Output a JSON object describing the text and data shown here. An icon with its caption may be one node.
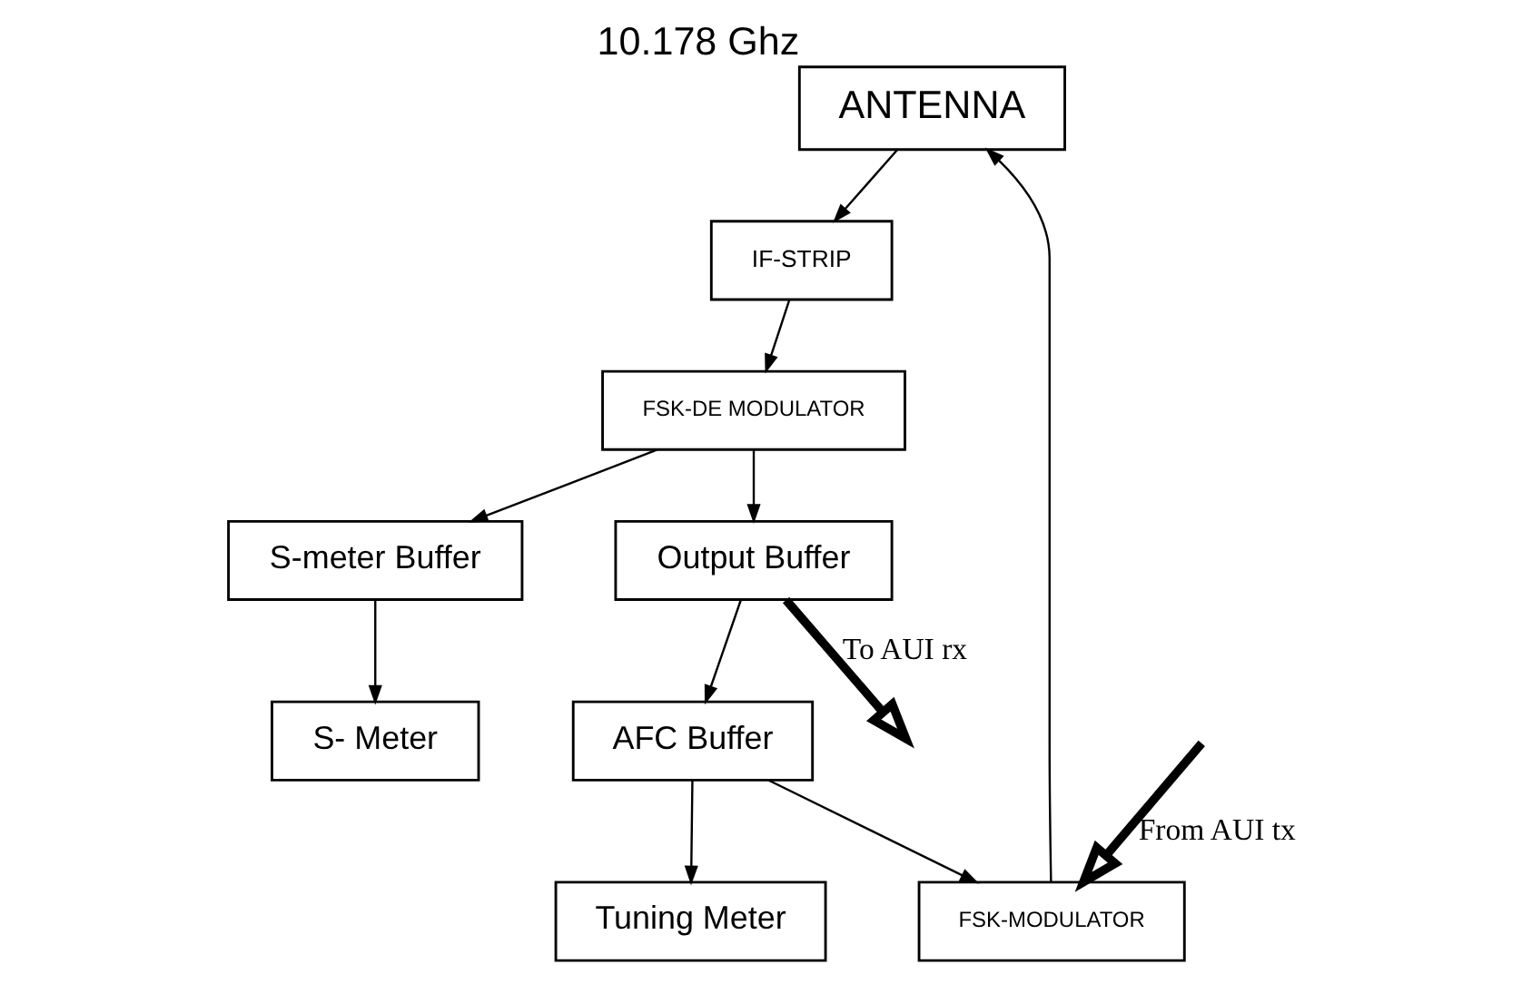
{
  "diagram": {
    "nodes": [
      {
        "text": [
          "ANTENNA"
        ],
        "beside": [
          "10.178 Ghz"
        ]
      },
      {
        "text": [
          "IF-STRIP"
        ]
      },
      {
        "text": [
          "FSK-DE MODULATOR"
        ]
      },
      {
        "text": [
          "S-meter Buffer"
        ]
      },
      {
        "text": [
          "S- Meter"
        ]
      },
      {
        "text": [
          "FSK-MODULATOR"
        ]
      },
      {
        "text": [
          "AFC Buffer"
        ]
      },
      {
        "text": [
          "Tuning Meter"
        ]
      },
      {
        "text": [
          "Output Buffer"
        ]
      }
    ],
    "edges": [
      {
        "from": 0,
        "to": 1,
        "arrow": "to"
      },
      {
        "from": 5,
        "to": 0,
        "arrow": "to"
      },
      {
        "from": 1,
        "to": 2,
        "arrow": "to"
      },
      {
        "from": null,
        "to": 5,
        "arrow": "to",
        "label": "From AUI tx",
        "style": "thick"
      },
      {
        "from": 2,
        "to": 3,
        "arrow": "to"
      },
      {
        "from": 2,
        "to": 8,
        "arrow": "to"
      },
      {
        "from": 6,
        "to": 5,
        "arrow": "to"
      },
      {
        "from": 6,
        "to": 7,
        "arrow": "to"
      },
      {
        "from": 8,
        "to": 6,
        "arrow": "to"
      },
      {
        "from": 3,
        "to": 4,
        "arrow": "to"
      },
      {
        "from": 8,
        "to": null,
        "arrow": "to",
        "label": "To AUI rx",
        "style": "thick"
      }
    ]
  }
}
